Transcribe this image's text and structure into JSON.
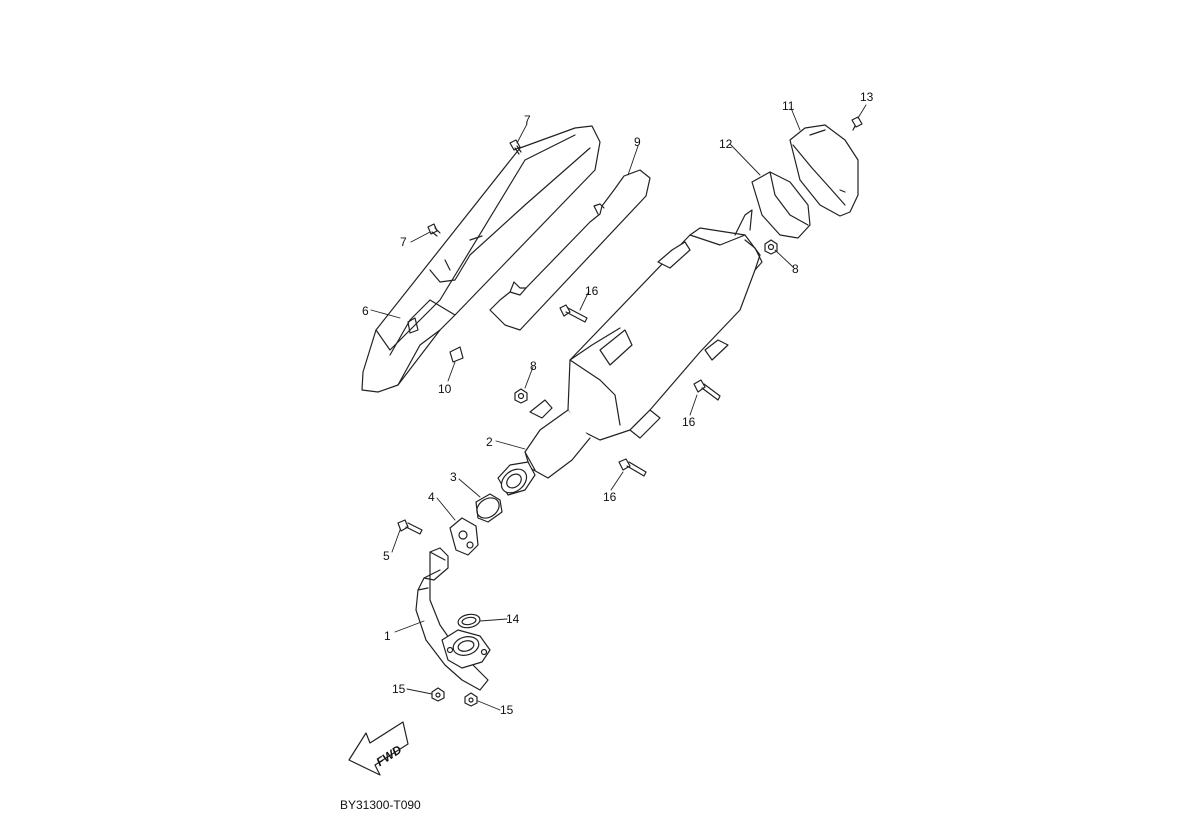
{
  "diagram": {
    "code": "BY31300-T090",
    "fwd_label": "FWD",
    "callouts": {
      "c1": "1",
      "c2": "2",
      "c3": "3",
      "c4": "4",
      "c5": "5",
      "c6": "6",
      "c7a": "7",
      "c7b": "7",
      "c8a": "8",
      "c8b": "8",
      "c9": "9",
      "c10": "10",
      "c11": "11",
      "c12": "12",
      "c13": "13",
      "c14": "14",
      "c15a": "15",
      "c15b": "15",
      "c16a": "16",
      "c16b": "16",
      "c16c": "16"
    }
  }
}
